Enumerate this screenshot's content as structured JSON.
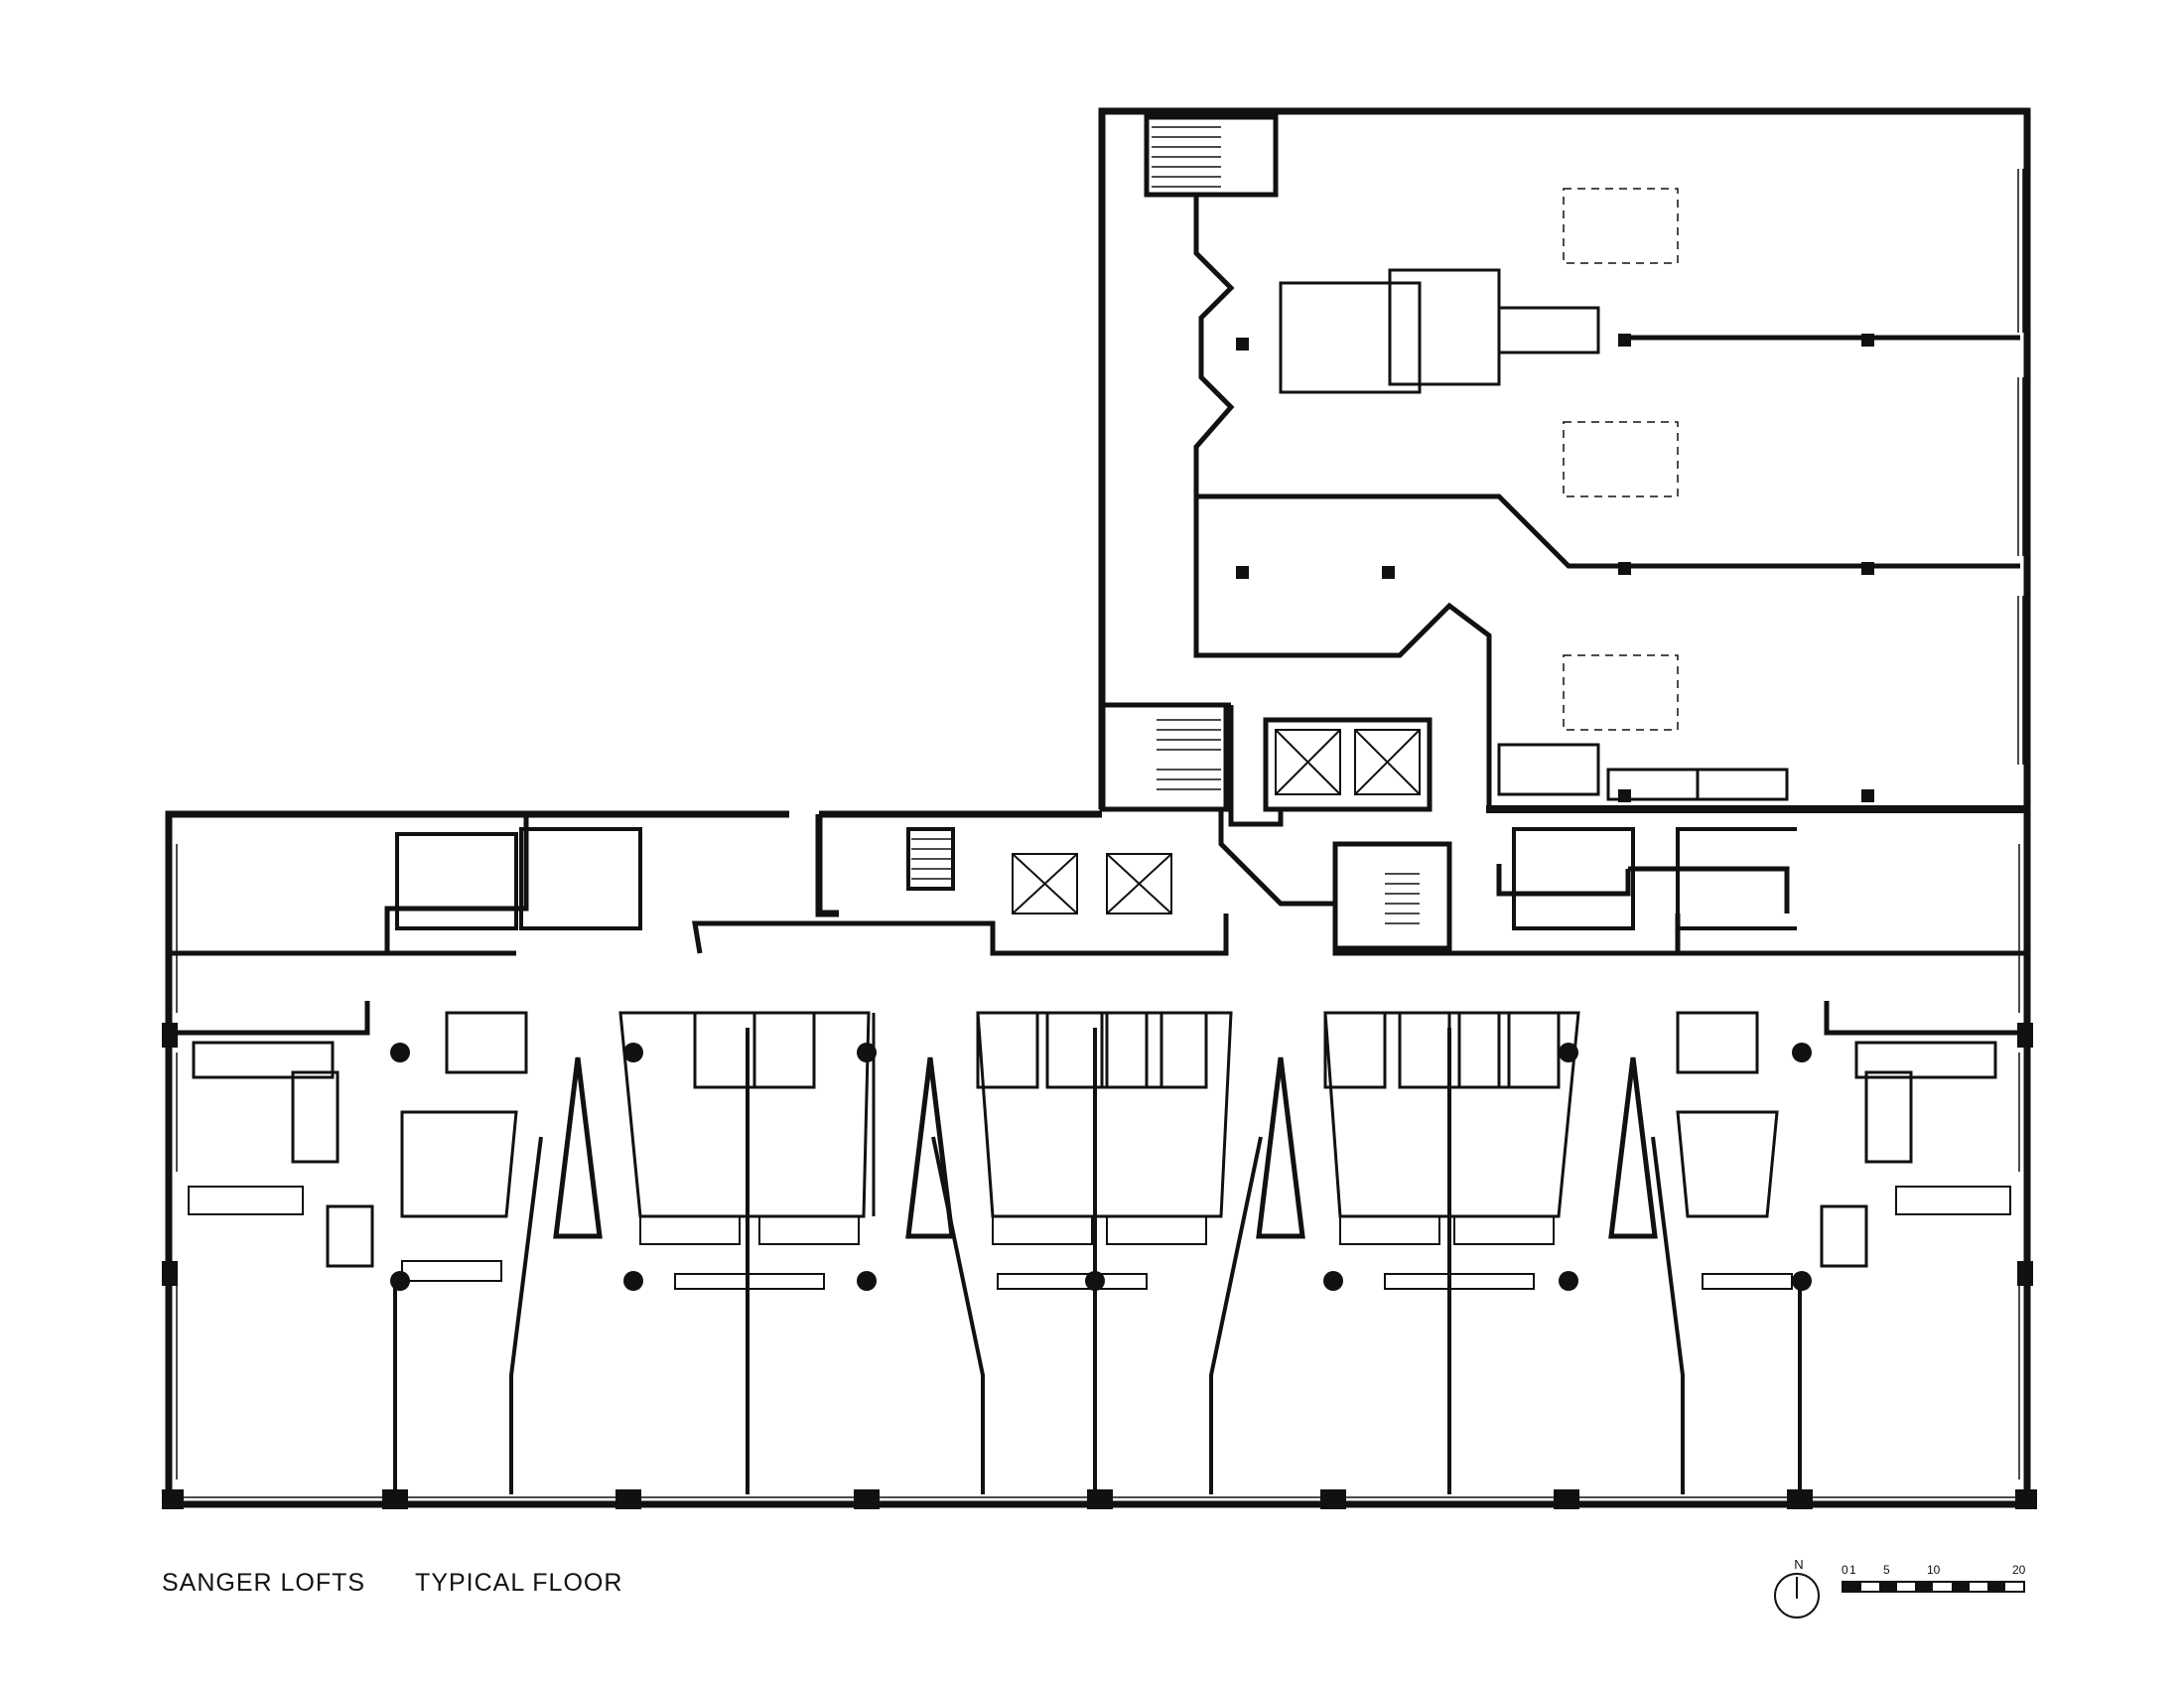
{
  "caption": {
    "title": "SANGER LOFTS",
    "subtitle": "TYPICAL FLOOR"
  },
  "north_arrow": {
    "label": "N"
  },
  "scale_bar": {
    "ticks": [
      "0",
      "1",
      "5",
      "10",
      "20"
    ]
  },
  "colors": {
    "wall": "#111111",
    "background": "#ffffff"
  }
}
